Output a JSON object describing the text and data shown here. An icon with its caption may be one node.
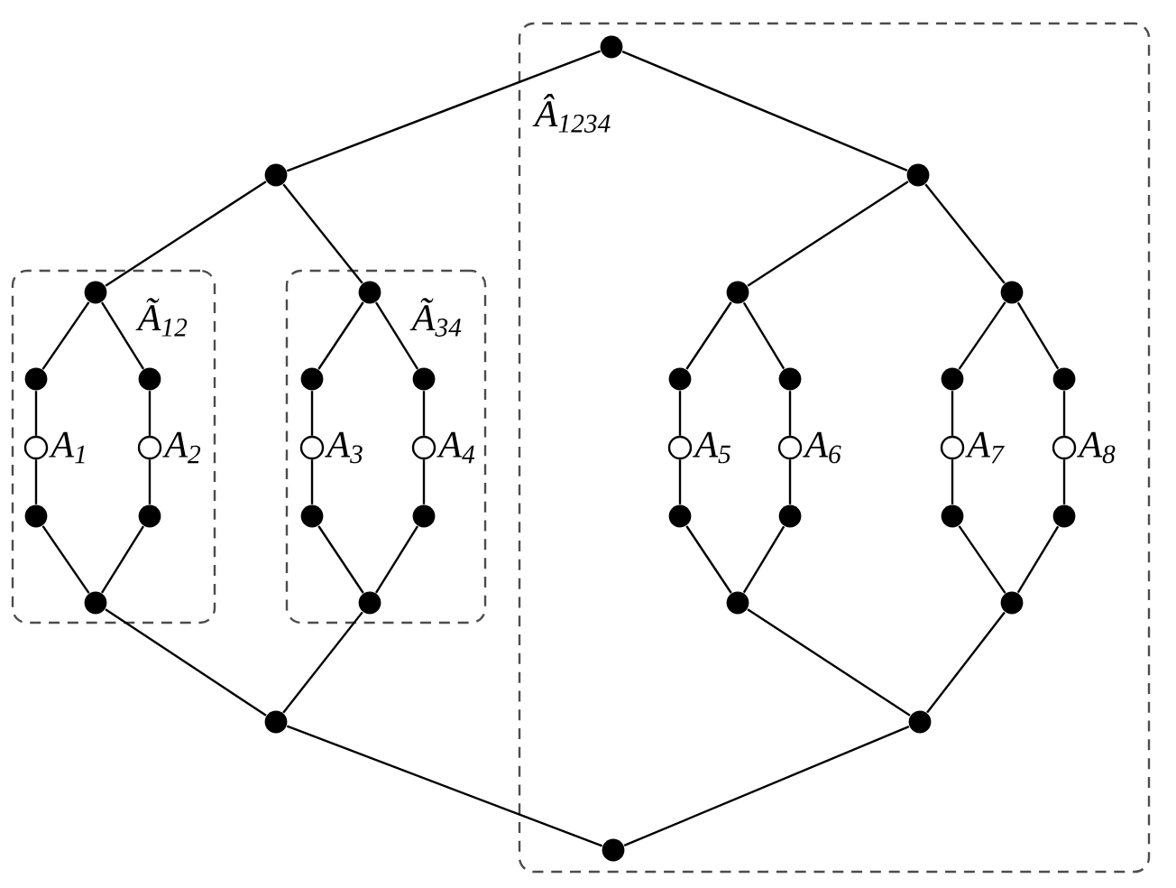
{
  "diagram": {
    "nodes": [
      {
        "text": [
          "Â$_{1234}$"
        ]
      },
      {
        "text": [],
        "shape": "dot",
        "in": 0
      },
      {
        "text": [],
        "shape": "dot"
      },
      {
        "text": [],
        "shape": "dot",
        "in": 0
      },
      {
        "text": [
          "Ã$_{12}$"
        ]
      },
      {
        "text": [
          "Ã$_{34}$"
        ]
      },
      {
        "text": [],
        "shape": "dot",
        "in": 4
      },
      {
        "text": [],
        "shape": "dot",
        "in": 4
      },
      {
        "text": [],
        "shape": "dot",
        "in": 4
      },
      {
        "text": [],
        "shape": "circle",
        "in": 4,
        "beside": [
          "A$_{1}$"
        ]
      },
      {
        "text": [],
        "shape": "circle",
        "in": 4,
        "beside": [
          "A$_{2}$"
        ]
      },
      {
        "text": [],
        "shape": "dot",
        "in": 4
      },
      {
        "text": [],
        "shape": "dot",
        "in": 4
      },
      {
        "text": [],
        "shape": "dot",
        "in": 4
      },
      {
        "text": [],
        "shape": "dot",
        "in": 5
      },
      {
        "text": [],
        "shape": "dot",
        "in": 5
      },
      {
        "text": [],
        "shape": "dot",
        "in": 5
      },
      {
        "text": [],
        "shape": "circle",
        "in": 5,
        "beside": [
          "A$_{3}$"
        ]
      },
      {
        "text": [],
        "shape": "circle",
        "in": 5,
        "beside": [
          "A$_{4}$"
        ]
      },
      {
        "text": [],
        "shape": "dot",
        "in": 5
      },
      {
        "text": [],
        "shape": "dot",
        "in": 5
      },
      {
        "text": [],
        "shape": "dot",
        "in": 5
      },
      {
        "text": [],
        "shape": "dot",
        "in": 0
      },
      {
        "text": [],
        "shape": "dot",
        "in": 0
      },
      {
        "text": [],
        "shape": "dot",
        "in": 0
      },
      {
        "text": [],
        "shape": "circle",
        "in": 0,
        "beside": [
          "A$_{5}$"
        ]
      },
      {
        "text": [],
        "shape": "circle",
        "in": 0,
        "beside": [
          "A$_{6}$"
        ]
      },
      {
        "text": [],
        "shape": "dot",
        "in": 0
      },
      {
        "text": [],
        "shape": "dot",
        "in": 0
      },
      {
        "text": [],
        "shape": "dot",
        "in": 0
      },
      {
        "text": [],
        "shape": "dot",
        "in": 0
      },
      {
        "text": [],
        "shape": "dot",
        "in": 0
      },
      {
        "text": [],
        "shape": "dot",
        "in": 0
      },
      {
        "text": [],
        "shape": "circle",
        "in": 0,
        "beside": [
          "A$_{7}$"
        ]
      },
      {
        "text": [],
        "shape": "circle",
        "in": 0,
        "beside": [
          "A$_{8}$"
        ]
      },
      {
        "text": [],
        "shape": "dot",
        "in": 0
      },
      {
        "text": [],
        "shape": "dot",
        "in": 0
      },
      {
        "text": [],
        "shape": "dot",
        "in": 0
      },
      {
        "text": [],
        "shape": "dot"
      },
      {
        "text": [],
        "shape": "dot",
        "in": 0
      },
      {
        "text": [],
        "shape": "dot",
        "in": 0
      }
    ],
    "edges": [
      {
        "from": 1,
        "to": 2,
        "arrow": "none"
      },
      {
        "from": 1,
        "to": 3,
        "arrow": "none"
      },
      {
        "from": 2,
        "to": 6,
        "arrow": "none"
      },
      {
        "from": 2,
        "to": 14,
        "arrow": "none"
      },
      {
        "from": 3,
        "to": 22,
        "arrow": "none"
      },
      {
        "from": 3,
        "to": 30,
        "arrow": "none"
      },
      {
        "from": 6,
        "to": 7,
        "arrow": "none"
      },
      {
        "from": 6,
        "to": 8,
        "arrow": "none"
      },
      {
        "from": 7,
        "to": 9,
        "arrow": "none"
      },
      {
        "from": 8,
        "to": 10,
        "arrow": "none"
      },
      {
        "from": 9,
        "to": 11,
        "arrow": "none"
      },
      {
        "from": 10,
        "to": 12,
        "arrow": "none"
      },
      {
        "from": 11,
        "to": 13,
        "arrow": "none"
      },
      {
        "from": 12,
        "to": 13,
        "arrow": "none"
      },
      {
        "from": 14,
        "to": 15,
        "arrow": "none"
      },
      {
        "from": 14,
        "to": 16,
        "arrow": "none"
      },
      {
        "from": 15,
        "to": 17,
        "arrow": "none"
      },
      {
        "from": 16,
        "to": 18,
        "arrow": "none"
      },
      {
        "from": 17,
        "to": 19,
        "arrow": "none"
      },
      {
        "from": 18,
        "to": 20,
        "arrow": "none"
      },
      {
        "from": 19,
        "to": 21,
        "arrow": "none"
      },
      {
        "from": 20,
        "to": 21,
        "arrow": "none"
      },
      {
        "from": 22,
        "to": 23,
        "arrow": "none"
      },
      {
        "from": 22,
        "to": 24,
        "arrow": "none"
      },
      {
        "from": 23,
        "to": 25,
        "arrow": "none"
      },
      {
        "from": 24,
        "to": 26,
        "arrow": "none"
      },
      {
        "from": 25,
        "to": 27,
        "arrow": "none"
      },
      {
        "from": 26,
        "to": 28,
        "arrow": "none"
      },
      {
        "from": 27,
        "to": 29,
        "arrow": "none"
      },
      {
        "from": 28,
        "to": 29,
        "arrow": "none"
      },
      {
        "from": 30,
        "to": 31,
        "arrow": "none"
      },
      {
        "from": 30,
        "to": 32,
        "arrow": "none"
      },
      {
        "from": 31,
        "to": 33,
        "arrow": "none"
      },
      {
        "from": 32,
        "to": 34,
        "arrow": "none"
      },
      {
        "from": 33,
        "to": 35,
        "arrow": "none"
      },
      {
        "from": 34,
        "to": 36,
        "arrow": "none"
      },
      {
        "from": 35,
        "to": 37,
        "arrow": "none"
      },
      {
        "from": 36,
        "to": 37,
        "arrow": "none"
      },
      {
        "from": 13,
        "to": 38,
        "arrow": "none"
      },
      {
        "from": 21,
        "to": 38,
        "arrow": "none"
      },
      {
        "from": 29,
        "to": 39,
        "arrow": "none"
      },
      {
        "from": 37,
        "to": 39,
        "arrow": "none"
      },
      {
        "from": 38,
        "to": 40,
        "arrow": "none"
      },
      {
        "from": 39,
        "to": 40,
        "arrow": "none"
      }
    ]
  }
}
